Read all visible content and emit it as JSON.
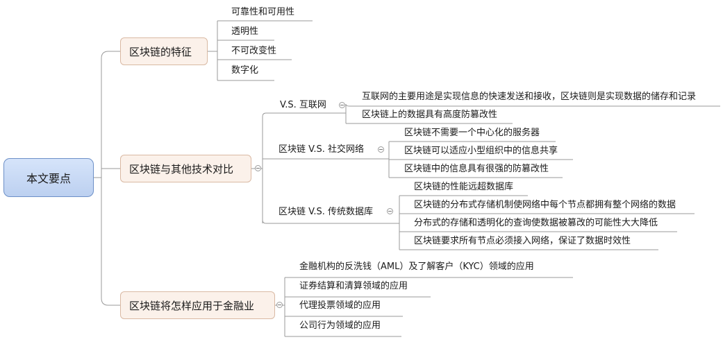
{
  "root": {
    "label": "本文要点"
  },
  "topics": [
    {
      "label": "区块链的特征",
      "items": [
        "可靠性和可用性",
        "透明性",
        "不可改变性",
        "数字化"
      ]
    },
    {
      "label": "区块链与其他技术对比",
      "groups": [
        {
          "label": "V.S. 互联网",
          "items": [
            "互联网的主要用途是实现信息的快速发送和接收，区块链则是实现数据的储存和记录",
            "区块链上的数据具有高度防篡改性"
          ]
        },
        {
          "label": "区块链 V.S. 社交网络",
          "items": [
            "区块链不需要一个中心化的服务器",
            "区块链可以适应小型组织中的信息共享",
            "区块链中的信息具有很强的防篡改性"
          ]
        },
        {
          "label": "区块链 V.S. 传统数据库",
          "items": [
            "区块链的性能远超数据库",
            "区块链的分布式存储机制使网络中每个节点都拥有整个网络的数据",
            "分布式的存储和透明化的查询使数据被篡改的可能性大大降低",
            "区块链要求所有节点必须接入网络，保证了数据时效性"
          ]
        }
      ]
    },
    {
      "label": "区块链将怎样应用于金融业",
      "items": [
        "金融机构的反洗钱（AML）及了解客户（KYC）领域的应用",
        "证券结算和清算领域的应用",
        "代理投票领域的应用",
        "公司行为领域的应用"
      ]
    }
  ]
}
